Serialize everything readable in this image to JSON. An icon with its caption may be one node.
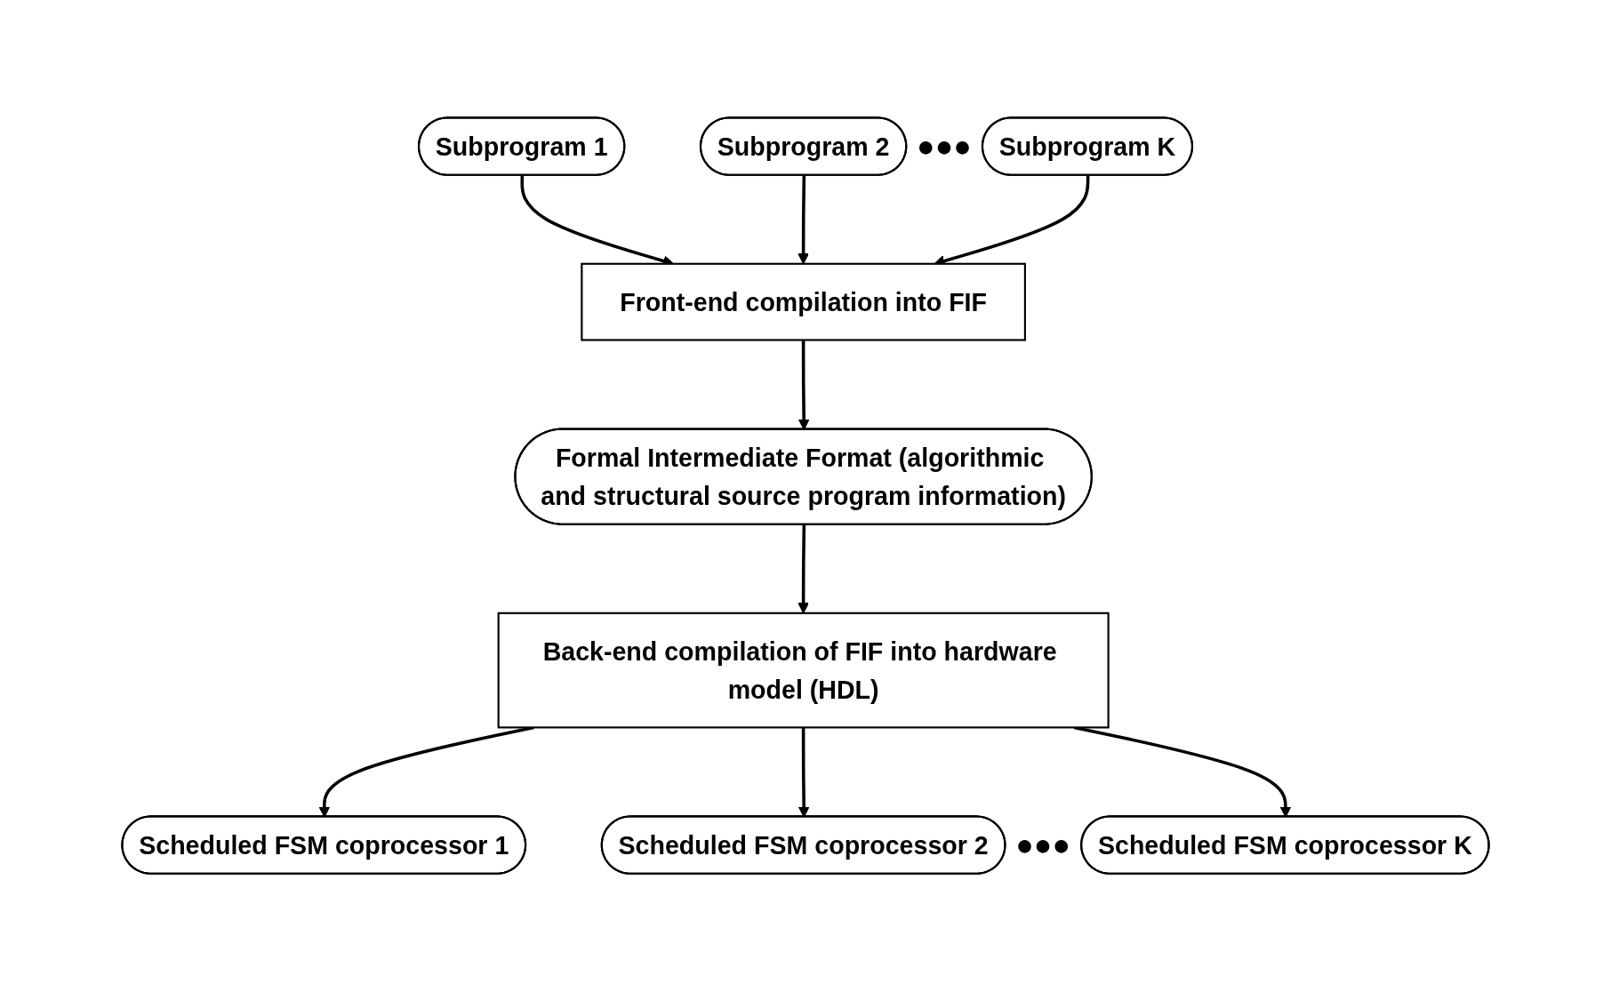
{
  "diagram": {
    "nodes": [
      {
        "text": [
          "Subprogram 1"
        ]
      },
      {
        "text": [
          "Subprogram 2"
        ]
      },
      {
        "text": [
          "Subprogram K"
        ]
      },
      {
        "text": [
          "Front-end compilation into FIF"
        ]
      },
      {
        "text": [
          "Formal Intermediate Format (algorithmic and structural source program information)"
        ]
      },
      {
        "text": [
          "Back-end compilation of FIF into hardware model (HDL)"
        ]
      },
      {
        "text": [
          "Scheduled FSM coprocessor 1"
        ]
      },
      {
        "text": [
          "Scheduled FSM coprocessor 2"
        ]
      },
      {
        "text": [
          "Scheduled FSM coprocessor K"
        ]
      }
    ],
    "edges": [
      {
        "from": 0,
        "to": 3,
        "arrow": "to"
      },
      {
        "from": 1,
        "to": 3,
        "arrow": "to"
      },
      {
        "from": 2,
        "to": 3,
        "arrow": "to"
      },
      {
        "from": 3,
        "to": 4,
        "arrow": "to"
      },
      {
        "from": 4,
        "to": 5,
        "arrow": "to"
      },
      {
        "from": 5,
        "to": 6,
        "arrow": "to"
      },
      {
        "from": 5,
        "to": 7,
        "arrow": "to"
      },
      {
        "from": 5,
        "to": 8,
        "arrow": "to"
      }
    ],
    "labels": [
      "●●●",
      "●●●"
    ]
  }
}
